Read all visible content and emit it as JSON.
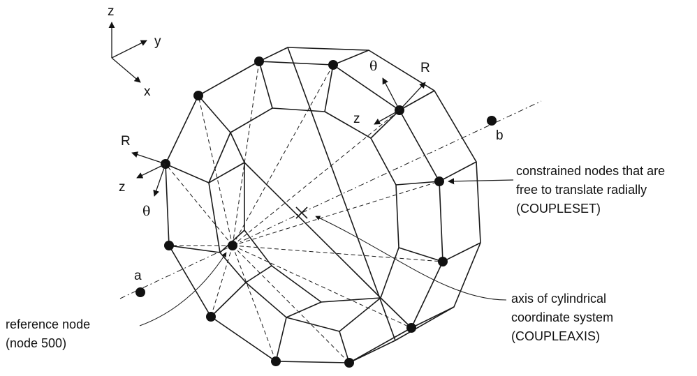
{
  "triad": {
    "z": "z",
    "y": "y",
    "x": "x"
  },
  "node_labels": {
    "a": "a",
    "b": "b"
  },
  "local_axes": {
    "r": "R",
    "theta": "θ",
    "z": "z"
  },
  "callouts": {
    "constrained": [
      "constrained nodes that are",
      "free to translate radially",
      "(COUPLESET)"
    ],
    "axis": [
      "axis of cylindrical",
      "coordinate system",
      "(COUPLEAXIS)"
    ],
    "reference": [
      "reference node",
      "(node 500)"
    ]
  },
  "cross_mark": "×"
}
